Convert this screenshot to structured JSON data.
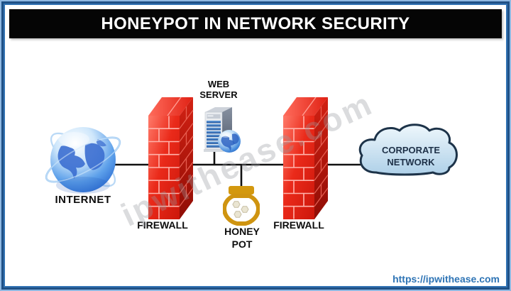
{
  "title": "HONEYPOT IN NETWORK SECURITY",
  "watermark": "ipwithease.com",
  "footer": {
    "url": "https://ipwithease.com"
  },
  "nodes": {
    "internet": {
      "label": "INTERNET"
    },
    "firewall_left": {
      "label": "FIREWALL"
    },
    "web_server": {
      "line1": "WEB",
      "line2": "SERVER"
    },
    "honeypot": {
      "line1": "HONEY",
      "line2": "POT"
    },
    "firewall_right": {
      "label": "FIREWALL"
    },
    "corporate": {
      "line1": "CORPORATE",
      "line2": "NETWORK"
    }
  },
  "colors": {
    "frame_outer_blue": "#8fb8e2",
    "frame_inner_blue": "#1f5186",
    "title_bg": "#050505",
    "title_text": "#ffffff",
    "firewall_red": "#e02114",
    "honeypot_amber": "#d3980e",
    "cloud_fill": "#cce4f2",
    "globe_blue": "#2767cf",
    "connector_line": "#111111",
    "footer_link_blue": "#2e74b5",
    "watermark_gray": "#96999e"
  }
}
